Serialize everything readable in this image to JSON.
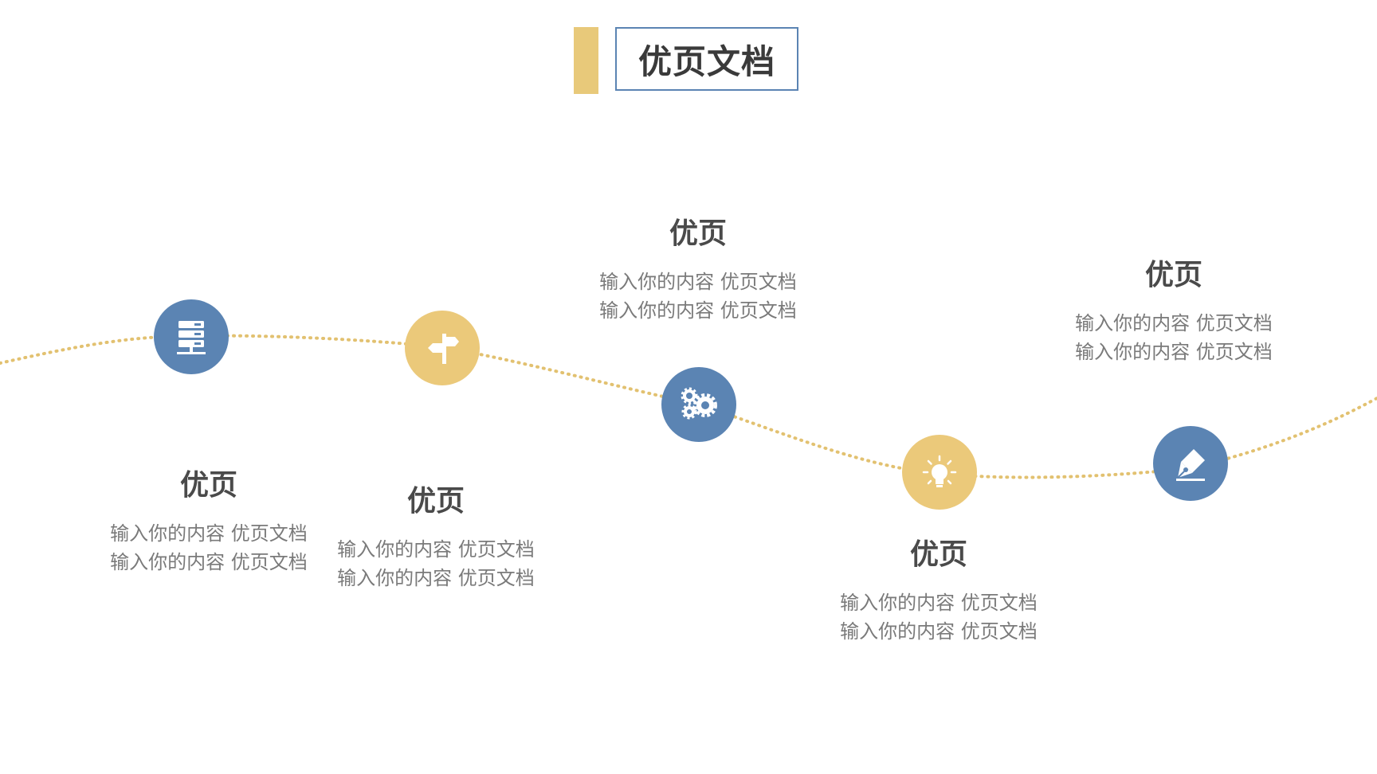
{
  "title": "优页文档",
  "colors": {
    "blue": "#5b84b3",
    "gold": "#ebc97a",
    "path": "#e2c170"
  },
  "steps": [
    {
      "icon": "server-icon",
      "color": "blue",
      "title": "优页",
      "lines": [
        "输入你的内容 优页文档",
        "输入你的内容 优页文档"
      ]
    },
    {
      "icon": "signpost-icon",
      "color": "gold",
      "title": "优页",
      "lines": [
        "输入你的内容 优页文档",
        "输入你的内容 优页文档"
      ]
    },
    {
      "icon": "gears-icon",
      "color": "blue",
      "title": "优页",
      "lines": [
        "输入你的内容 优页文档",
        "输入你的内容 优页文档"
      ]
    },
    {
      "icon": "lightbulb-icon",
      "color": "gold",
      "title": "优页",
      "lines": [
        "输入你的内容 优页文档",
        "输入你的内容 优页文档"
      ]
    },
    {
      "icon": "pen-nib-icon",
      "color": "blue",
      "title": "优页",
      "lines": [
        "输入你的内容 优页文档",
        "输入你的内容 优页文档"
      ]
    }
  ]
}
